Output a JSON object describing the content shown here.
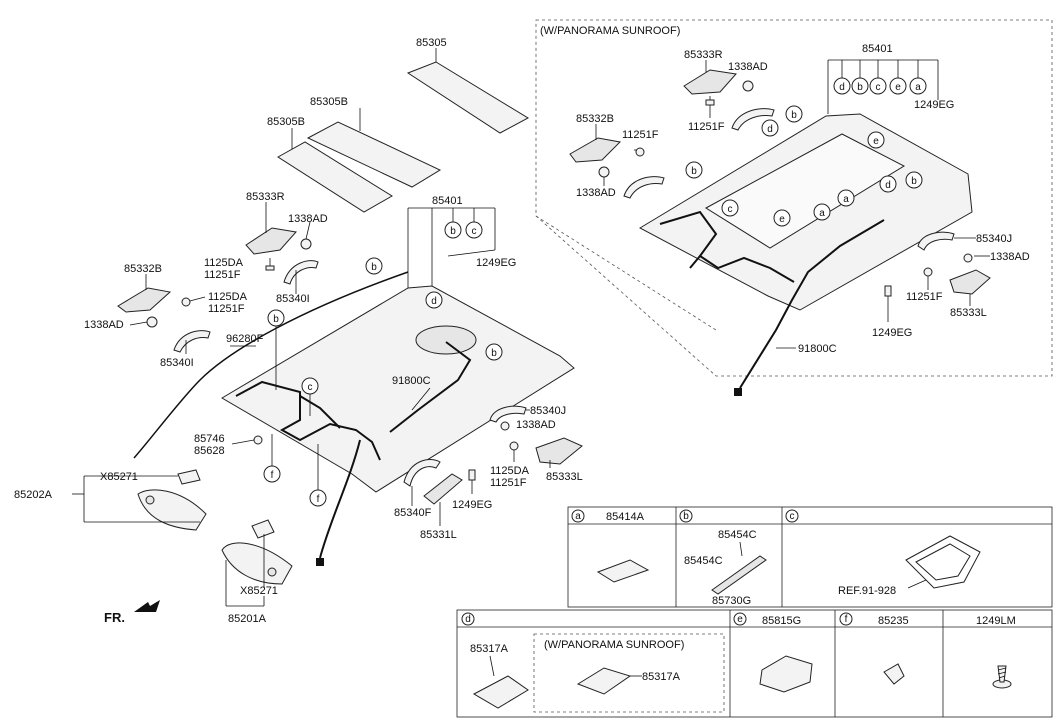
{
  "labels": {
    "l85305": "85305",
    "l85305b_1": "85305B",
    "l85305b_2": "85305B",
    "l85333r": "85333R",
    "l1338ad_1": "1338AD",
    "l1125da_1": "1125DA",
    "l11251f_1": "11251F",
    "l85340i_1": "85340I",
    "l85332b": "85332B",
    "l1125da_2": "1125DA",
    "l11251f_2": "11251F",
    "l1338ad_2": "1338AD",
    "l85340i_2": "85340I",
    "l85401": "85401",
    "l1249eg_1": "1249EG",
    "l96280f": "96280F",
    "l91800c": "91800C",
    "l85746": "85746",
    "l85628": "85628",
    "lx85271_1": "X85271",
    "l85202a": "85202A",
    "lx85271_2": "X85271",
    "l85201a": "85201A",
    "lfr": "FR.",
    "l85340j": "85340J",
    "l1338ad_3": "1338AD",
    "l1125da_3": "1125DA",
    "l11251f_3": "11251F",
    "l85333l": "85333L",
    "l85340f": "85340F",
    "l1249eg_2": "1249EG",
    "l85331l": "85331L"
  },
  "panorama": {
    "title": "(W/PANORAMA SUNROOF)",
    "l85333r": "85333R",
    "l1338ad_1": "1338AD",
    "l11251f_1": "11251F",
    "l85332b": "85332B",
    "l11251f_2": "11251F",
    "l1338ad_2": "1338AD",
    "l85401": "85401",
    "l1249eg_1": "1249EG",
    "l85340j": "85340J",
    "l1338ad_3": "1338AD",
    "l11251f_3": "11251F",
    "l85333l": "85333L",
    "l1249eg_2": "1249EG",
    "l91800c": "91800C"
  },
  "callouts": {
    "a": "a",
    "b": "b",
    "c": "c",
    "d": "d",
    "e": "e",
    "f": "f"
  },
  "table": {
    "a_code": "a",
    "a_part": "85414A",
    "b_code": "b",
    "b_part": "85454C",
    "b_part2": "85454C",
    "b_part3": "85730G",
    "c_code": "c",
    "c_ref": "REF.91-928",
    "d_code": "d",
    "d_part": "85317A",
    "d_sub_title": "(W/PANORAMA SUNROOF)",
    "d_part2": "85317A",
    "e_code": "e",
    "e_part": "85815G",
    "f_code": "f",
    "f_part": "85235",
    "g_part": "1249LM"
  }
}
